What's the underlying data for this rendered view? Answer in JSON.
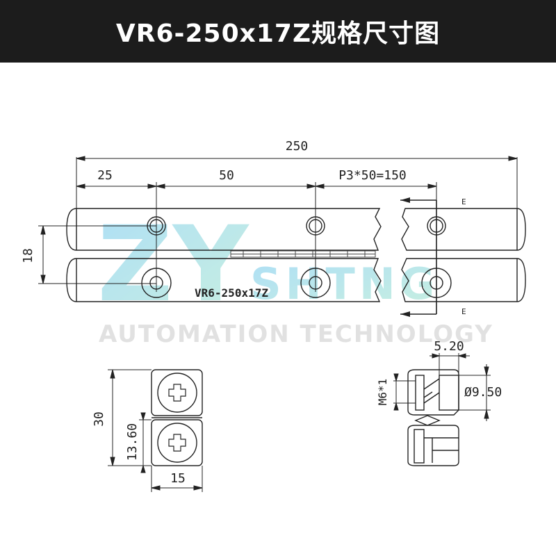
{
  "title": "VR6-250x17Z规格尺寸图",
  "dimensions": {
    "overall_length": "250",
    "end_offset": "25",
    "first_pitch": "50",
    "pitch_spec": "P3*50=150",
    "rail_height": "18",
    "rail_marking": "VR6-250x17Z",
    "section_mark_top": "E",
    "section_mark_bottom": "E",
    "assembly_height": "30",
    "rail_section_height": "13.60",
    "rail_width": "15",
    "counterbore_depth": "5.20",
    "counterbore_diameter": "Ø9.50",
    "thread": "M6*1"
  },
  "watermark": {
    "letters": "ZY",
    "brand": "SHTNG",
    "tagline": "AUTOMATION TECHNOLOGY"
  }
}
